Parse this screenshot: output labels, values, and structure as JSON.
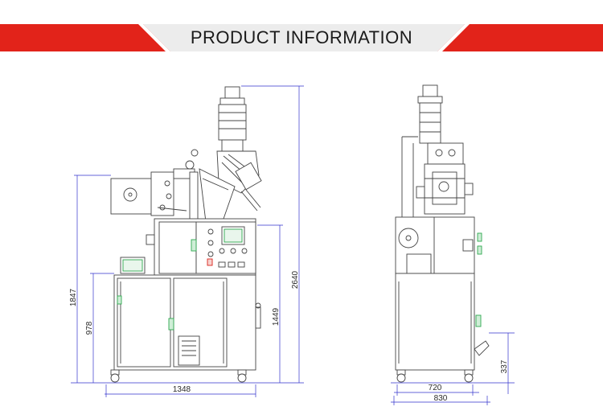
{
  "banner": {
    "title": "PRODUCT INFORMATION"
  },
  "front_view": {
    "dimensions": {
      "height_total": "2640",
      "height_frame": "1847",
      "height_cabinet": "978",
      "height_inlet": "1449",
      "width": "1348"
    }
  },
  "side_view": {
    "dimensions": {
      "width_inner": "720",
      "width_outer": "830",
      "height_pedal": "337"
    }
  },
  "colors": {
    "banner_red": "#e2231a",
    "banner_gray": "#ececec",
    "dimension_line": "#3333cc",
    "drawing_line": "#444444",
    "accent_green": "#2fa84f"
  }
}
